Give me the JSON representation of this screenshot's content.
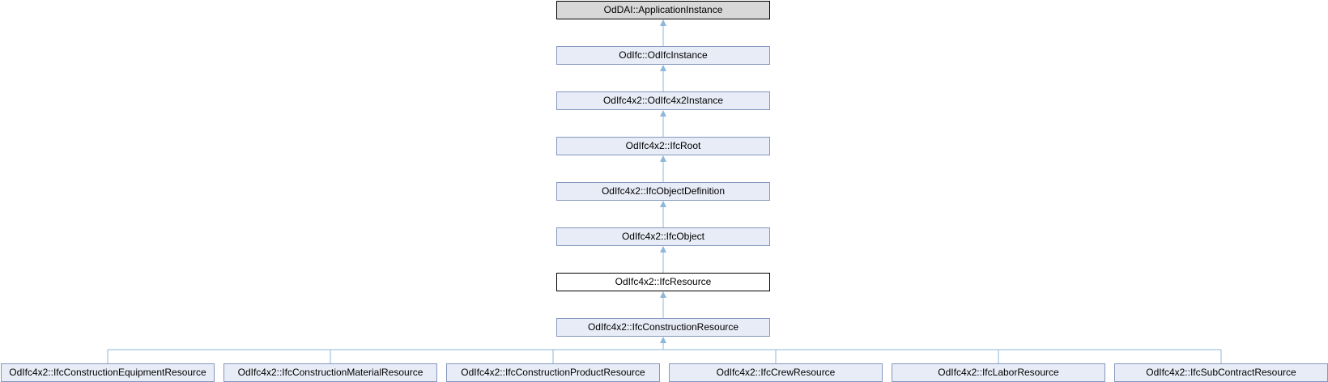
{
  "diagram": {
    "nodes": [
      {
        "id": "app",
        "label": "OdDAI::ApplicationInstance",
        "style": "grey"
      },
      {
        "id": "ifcinst",
        "label": "OdIfc::OdIfcInstance",
        "style": "normal"
      },
      {
        "id": "ifc4x2inst",
        "label": "OdIfc4x2::OdIfc4x2Instance",
        "style": "normal"
      },
      {
        "id": "root",
        "label": "OdIfc4x2::IfcRoot",
        "style": "normal"
      },
      {
        "id": "objdef",
        "label": "OdIfc4x2::IfcObjectDefinition",
        "style": "normal"
      },
      {
        "id": "obj",
        "label": "OdIfc4x2::IfcObject",
        "style": "normal"
      },
      {
        "id": "resource",
        "label": "OdIfc4x2::IfcResource",
        "style": "current"
      },
      {
        "id": "construction",
        "label": "OdIfc4x2::IfcConstructionResource",
        "style": "normal"
      },
      {
        "id": "equipment",
        "label": "OdIfc4x2::IfcConstructionEquipmentResource",
        "style": "normal"
      },
      {
        "id": "material",
        "label": "OdIfc4x2::IfcConstructionMaterialResource",
        "style": "normal"
      },
      {
        "id": "product",
        "label": "OdIfc4x2::IfcConstructionProductResource",
        "style": "normal"
      },
      {
        "id": "crew",
        "label": "OdIfc4x2::IfcCrewResource",
        "style": "normal"
      },
      {
        "id": "labor",
        "label": "OdIfc4x2::IfcLaborResource",
        "style": "normal"
      },
      {
        "id": "subcontract",
        "label": "OdIfc4x2::IfcSubContractResource",
        "style": "normal"
      }
    ],
    "edges": [
      {
        "from": "ifcinst",
        "to": "app"
      },
      {
        "from": "ifc4x2inst",
        "to": "ifcinst"
      },
      {
        "from": "root",
        "to": "ifc4x2inst"
      },
      {
        "from": "objdef",
        "to": "root"
      },
      {
        "from": "obj",
        "to": "objdef"
      },
      {
        "from": "resource",
        "to": "obj"
      },
      {
        "from": "construction",
        "to": "resource"
      },
      {
        "from": "equipment",
        "to": "construction"
      },
      {
        "from": "material",
        "to": "construction"
      },
      {
        "from": "product",
        "to": "construction"
      },
      {
        "from": "crew",
        "to": "construction"
      },
      {
        "from": "labor",
        "to": "construction"
      },
      {
        "from": "subcontract",
        "to": "construction"
      }
    ],
    "colors": {
      "edge": "#8eb7d8",
      "node_fill": "#e8ecf6",
      "node_border": "#8497bd",
      "base_fill": "#d8d8d8"
    }
  }
}
